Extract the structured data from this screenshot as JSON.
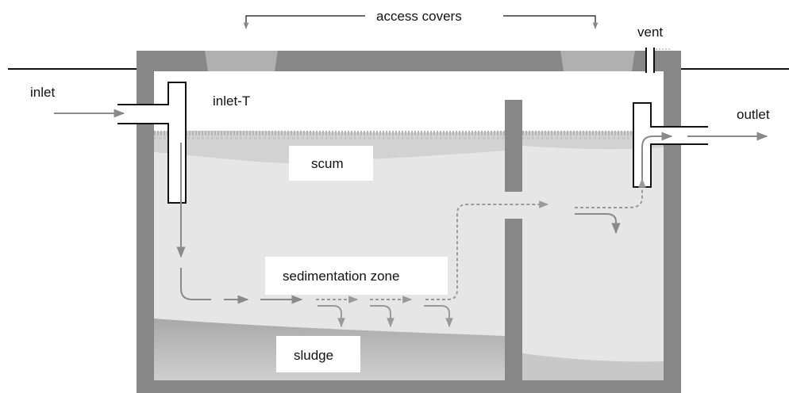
{
  "labels": {
    "access_covers": "access covers",
    "vent": "vent",
    "inlet": "inlet",
    "inlet_t": "inlet-T",
    "outlet": "outlet",
    "scum": "scum",
    "sedimentation_zone": "sedimentation zone",
    "sludge": "sludge"
  },
  "colors": {
    "tank_wall": "#878787",
    "cover": "#b0b0b0",
    "liquid": "#e6e6e6",
    "scum_band": "#cfcfcf",
    "sludge": "#c2c2c2",
    "arrow": "#8a8a8a",
    "line": "#111111"
  }
}
